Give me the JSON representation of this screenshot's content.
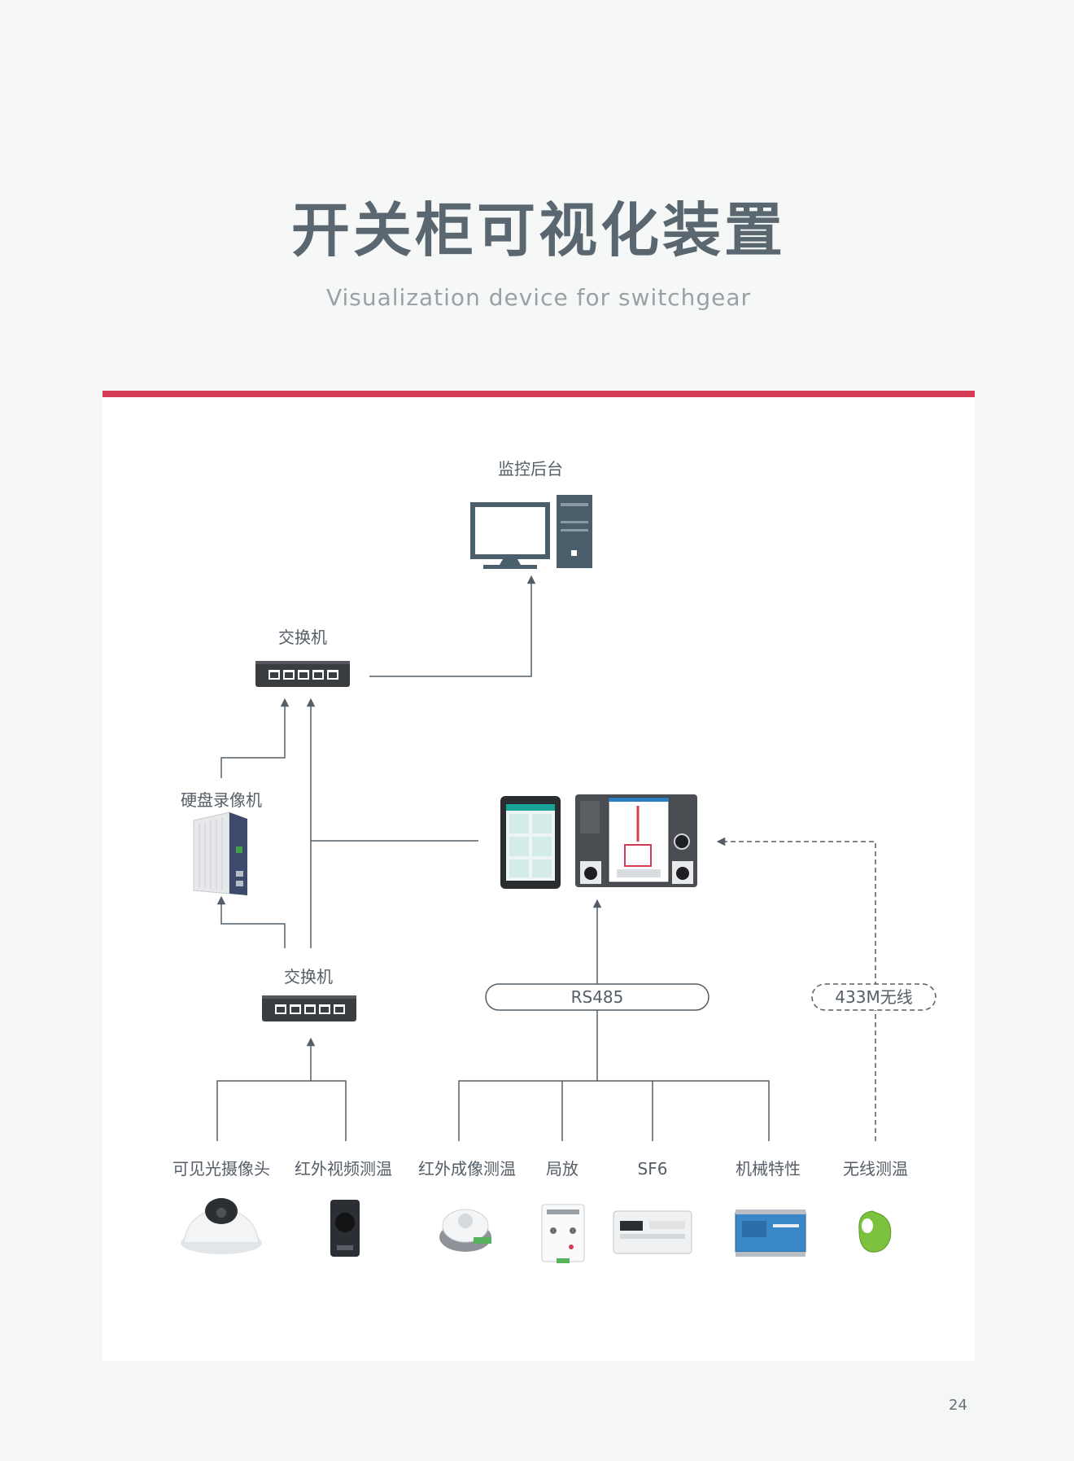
{
  "header": {
    "title": "开关柜可视化装置",
    "subtitle": "Visualization device for switchgear"
  },
  "nodes": {
    "monitor": "监控后台",
    "switch_top": "交换机",
    "nvr": "硬盘录像机",
    "switch_bottom": "交换机"
  },
  "links": {
    "rs485": "RS485",
    "wireless": "433M无线"
  },
  "sensors": [
    {
      "label": "可见光摄像头"
    },
    {
      "label": "红外视频测温"
    },
    {
      "label": "红外成像测温"
    },
    {
      "label": "局放"
    },
    {
      "label": "SF6"
    },
    {
      "label": "机械特性"
    },
    {
      "label": "无线测温"
    }
  ],
  "page": {
    "number": "24"
  },
  "colors": {
    "accent": "#d43c55",
    "title": "#5a6770",
    "line": "#555e66"
  }
}
